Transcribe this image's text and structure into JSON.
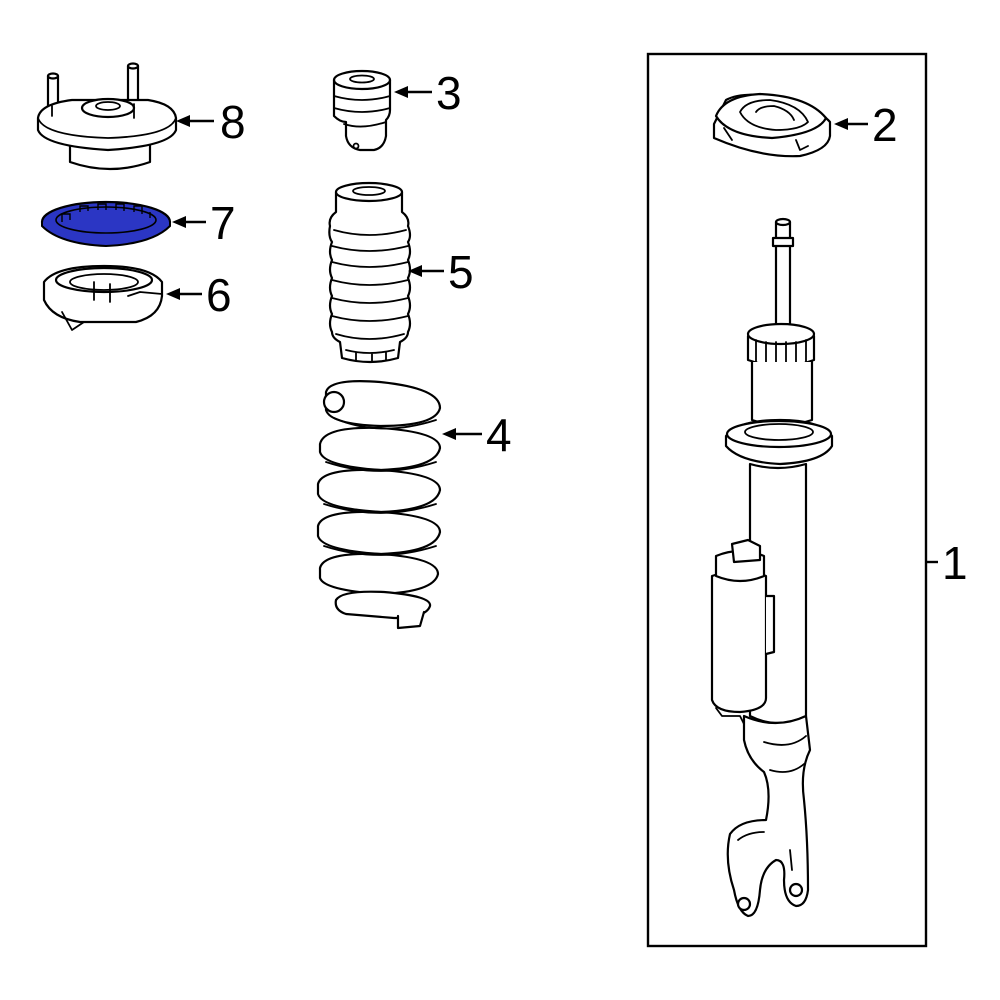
{
  "diagram": {
    "highlight_color": "#2b36c4",
    "line_color": "#000000",
    "background": "#ffffff",
    "callouts": [
      {
        "id": "1",
        "text": "1"
      },
      {
        "id": "2",
        "text": "2"
      },
      {
        "id": "3",
        "text": "3"
      },
      {
        "id": "4",
        "text": "4"
      },
      {
        "id": "5",
        "text": "5"
      },
      {
        "id": "6",
        "text": "6"
      },
      {
        "id": "7",
        "text": "7",
        "highlighted": true
      },
      {
        "id": "8",
        "text": "8"
      }
    ]
  }
}
